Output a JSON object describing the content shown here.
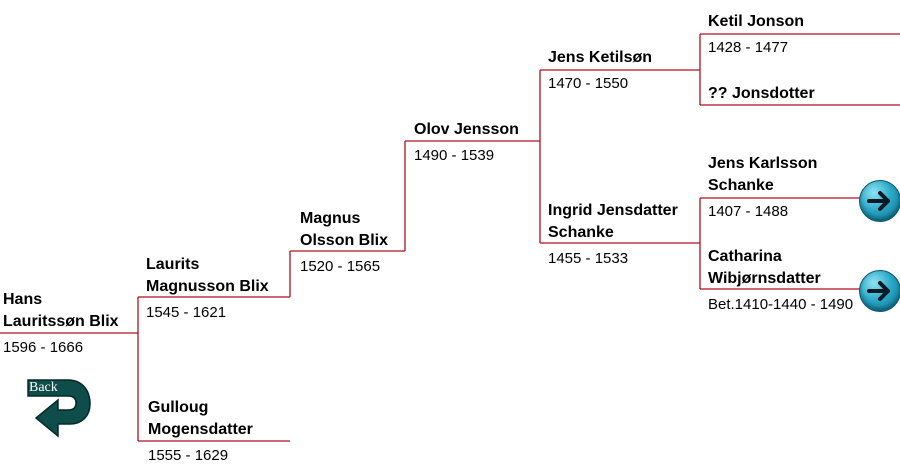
{
  "colors": {
    "line": "#b01020",
    "accent": "#1a9fc0",
    "back": "#0e4d4a"
  },
  "people": {
    "p1": {
      "name": "Hans\nLauritssøn Blix",
      "dates": "1596 - 1666"
    },
    "p2": {
      "name": "Laurits\nMagnusson Blix",
      "dates": "1545 - 1621"
    },
    "p3": {
      "name": "Gulloug\nMogensdatter",
      "dates": "1555 - 1629"
    },
    "p4": {
      "name": "Magnus\nOlsson Blix",
      "dates": "1520 - 1565"
    },
    "p5": {
      "name": "Olov Jensson",
      "dates": "1490 - 1539"
    },
    "p6": {
      "name": "Jens Ketilsøn",
      "dates": "1470 - 1550"
    },
    "p7": {
      "name": "Ingrid Jensdatter\nSchanke",
      "dates": "1455 - 1533"
    },
    "p8": {
      "name": "Ketil Jonson",
      "dates": "1428 - 1477"
    },
    "p9": {
      "name": "?? Jonsdotter",
      "dates": ""
    },
    "p10": {
      "name": "Jens Karlsson\nSchanke",
      "dates": "1407 - 1488"
    },
    "p11": {
      "name": "Catharina\nWibjørnsdatter",
      "dates": "Bet.1410-1440 - 1490"
    }
  },
  "back": {
    "label": "Back",
    "icon": "curved-back-arrow-icon"
  },
  "more_icon": "circle-right-arrow-icon"
}
